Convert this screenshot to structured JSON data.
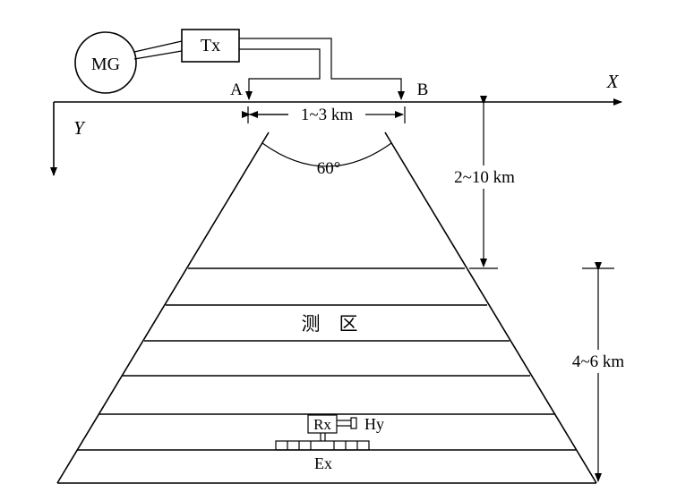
{
  "diagram": {
    "generator_label": "MG",
    "transmitter_label": "Tx",
    "electrode_a": "A",
    "electrode_b": "B",
    "axis_x": "X",
    "axis_y": "Y",
    "ab_spacing": "1~3 km",
    "angle": "60°",
    "depth_offset": "2~10 km",
    "survey_depth": "4~6 km",
    "survey_area": "测    区",
    "receiver_label": "Rx",
    "hy_label": "Hy",
    "ex_label": "Ex"
  }
}
